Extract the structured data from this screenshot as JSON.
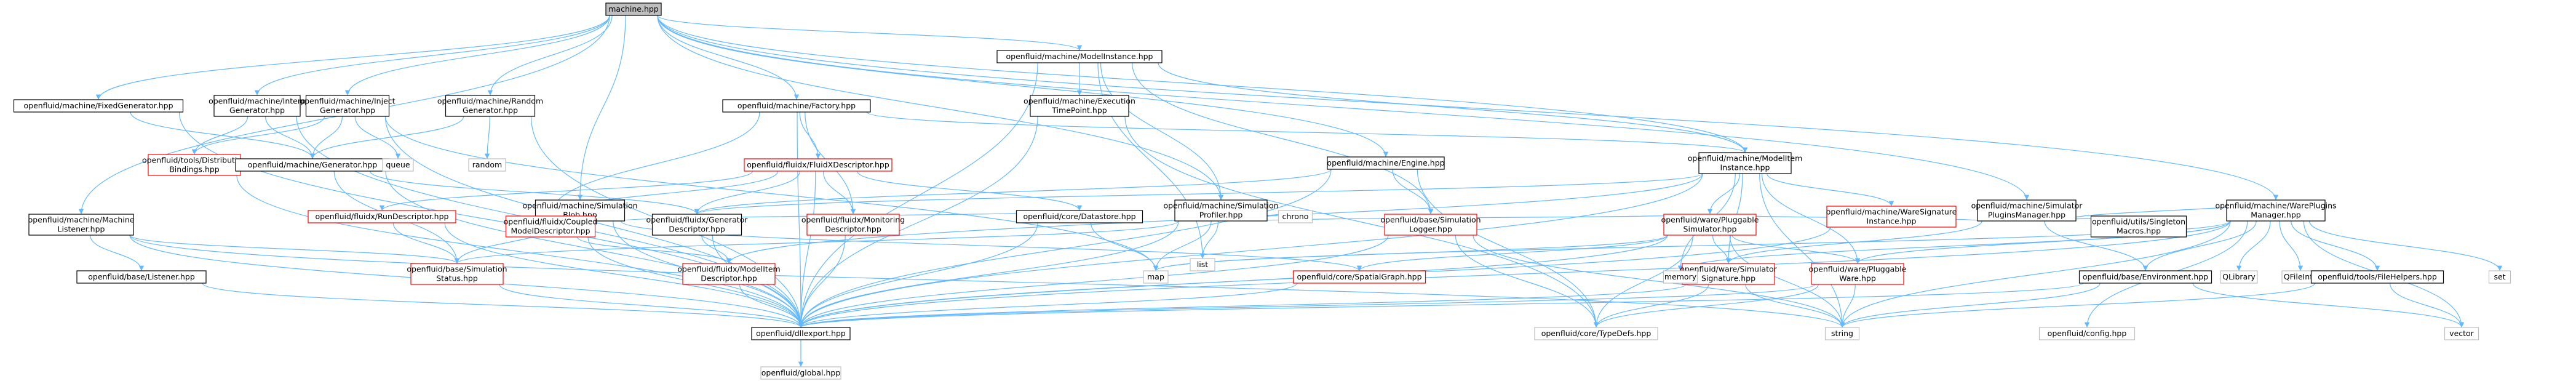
{
  "diagram": {
    "type": "include-dependency-graph",
    "colors": {
      "edge": "#63b8ff",
      "normal_border": "#000000",
      "missing_border": "#ff0000",
      "root_fill": "#bfbfbf",
      "node_fill": "#ffffff"
    },
    "nodes": [
      {
        "id": "root",
        "lines": [
          "machine.hpp"
        ],
        "style": "root"
      },
      {
        "id": "fixedgen",
        "lines": [
          "openfluid/machine/FixedGenerator.hpp"
        ],
        "style": "normal"
      },
      {
        "id": "interpgen",
        "lines": [
          "openfluid/machine/Interp",
          "Generator.hpp"
        ],
        "style": "normal"
      },
      {
        "id": "injectgen",
        "lines": [
          "openfluid/machine/Inject",
          "Generator.hpp"
        ],
        "style": "normal"
      },
      {
        "id": "randomgen",
        "lines": [
          "openfluid/machine/Random",
          "Generator.hpp"
        ],
        "style": "normal"
      },
      {
        "id": "factory",
        "lines": [
          "openfluid/machine/Factory.hpp"
        ],
        "style": "normal"
      },
      {
        "id": "modelinstance",
        "lines": [
          "openfluid/machine/ModelInstance.hpp"
        ],
        "style": "normal"
      },
      {
        "id": "exectime",
        "lines": [
          "openfluid/machine/Execution",
          "TimePoint.hpp"
        ],
        "style": "normal"
      },
      {
        "id": "simblob",
        "lines": [
          "openfluid/machine/Simulation",
          "Blob.hpp"
        ],
        "style": "normal"
      },
      {
        "id": "simprofiler",
        "lines": [
          "openfluid/machine/Simulation",
          "Profiler.hpp"
        ],
        "style": "normal"
      },
      {
        "id": "engine",
        "lines": [
          "openfluid/machine/Engine.hpp"
        ],
        "style": "normal"
      },
      {
        "id": "modeliteminst",
        "lines": [
          "openfluid/machine/ModelItem",
          "Instance.hpp"
        ],
        "style": "normal"
      },
      {
        "id": "simpluginsmgr",
        "lines": [
          "openfluid/machine/Simulator",
          "PluginsManager.hpp"
        ],
        "style": "normal"
      },
      {
        "id": "wareplugmgr",
        "lines": [
          "openfluid/machine/WarePlugins",
          "Manager.hpp"
        ],
        "style": "normal"
      },
      {
        "id": "distbindings",
        "lines": [
          "openfluid/tools/Distribution",
          "Bindings.hpp"
        ],
        "style": "missing"
      },
      {
        "id": "generator",
        "lines": [
          "openfluid/machine/Generator.hpp"
        ],
        "style": "normal"
      },
      {
        "id": "queue",
        "lines": [
          "queue"
        ],
        "style": "plain"
      },
      {
        "id": "random",
        "lines": [
          "random"
        ],
        "style": "plain"
      },
      {
        "id": "fluidxdesc",
        "lines": [
          "openfluid/fluidx/FluidXDescriptor.hpp"
        ],
        "style": "missing"
      },
      {
        "id": "machlistener",
        "lines": [
          "openfluid/machine/Machine",
          "Listener.hpp"
        ],
        "style": "normal"
      },
      {
        "id": "rundesc",
        "lines": [
          "openfluid/fluidx/RunDescriptor.hpp"
        ],
        "style": "missing"
      },
      {
        "id": "coupledmodel",
        "lines": [
          "openfluid/fluidx/Coupled",
          "ModelDescriptor.hpp"
        ],
        "style": "missing"
      },
      {
        "id": "generatordesc",
        "lines": [
          "openfluid/fluidx/Generator",
          "Descriptor.hpp"
        ],
        "style": "normal"
      },
      {
        "id": "monitoringdesc",
        "lines": [
          "openfluid/fluidx/Monitoring",
          "Descriptor.hpp"
        ],
        "style": "missing"
      },
      {
        "id": "datastore",
        "lines": [
          "openfluid/core/Datastore.hpp"
        ],
        "style": "normal"
      },
      {
        "id": "list",
        "lines": [
          "list"
        ],
        "style": "plain"
      },
      {
        "id": "chrono",
        "lines": [
          "chrono"
        ],
        "style": "plain"
      },
      {
        "id": "simlogger",
        "lines": [
          "openfluid/base/Simulation",
          "Logger.hpp"
        ],
        "style": "missing"
      },
      {
        "id": "pluggablesim",
        "lines": [
          "openfluid/ware/Pluggable",
          "Simulator.hpp"
        ],
        "style": "missing"
      },
      {
        "id": "waresiginst",
        "lines": [
          "openfluid/machine/WareSignature",
          "Instance.hpp"
        ],
        "style": "missing"
      },
      {
        "id": "singletonmacros",
        "lines": [
          "openfluid/utils/Singleton",
          "Macros.hpp"
        ],
        "style": "normal"
      },
      {
        "id": "listener",
        "lines": [
          "openfluid/base/Listener.hpp"
        ],
        "style": "normal"
      },
      {
        "id": "simstatus",
        "lines": [
          "openfluid/base/Simulation",
          "Status.hpp"
        ],
        "style": "missing"
      },
      {
        "id": "modelitemdesc",
        "lines": [
          "openfluid/fluidx/ModelItem",
          "Descriptor.hpp"
        ],
        "style": "missing"
      },
      {
        "id": "map",
        "lines": [
          "map"
        ],
        "style": "plain"
      },
      {
        "id": "spatialgraph",
        "lines": [
          "openfluid/core/SpatialGraph.hpp"
        ],
        "style": "missing"
      },
      {
        "id": "simsignature",
        "lines": [
          "openfluid/ware/Simulator",
          "Signature.hpp"
        ],
        "style": "missing"
      },
      {
        "id": "pluggableware",
        "lines": [
          "openfluid/ware/Pluggable",
          "Ware.hpp"
        ],
        "style": "missing"
      },
      {
        "id": "memory",
        "lines": [
          "memory"
        ],
        "style": "plain"
      },
      {
        "id": "environment",
        "lines": [
          "openfluid/base/Environment.hpp"
        ],
        "style": "normal"
      },
      {
        "id": "qlibrary",
        "lines": [
          "QLibrary"
        ],
        "style": "plain"
      },
      {
        "id": "qfileinfo",
        "lines": [
          "QFileInfo"
        ],
        "style": "plain"
      },
      {
        "id": "filehelpers",
        "lines": [
          "openfluid/tools/FileHelpers.hpp"
        ],
        "style": "normal"
      },
      {
        "id": "set",
        "lines": [
          "set"
        ],
        "style": "plain"
      },
      {
        "id": "dllexport",
        "lines": [
          "openfluid/dllexport.hpp"
        ],
        "style": "normal"
      },
      {
        "id": "typedefs",
        "lines": [
          "openfluid/core/TypeDefs.hpp"
        ],
        "style": "plain"
      },
      {
        "id": "string",
        "lines": [
          "string"
        ],
        "style": "plain"
      },
      {
        "id": "config",
        "lines": [
          "openfluid/config.hpp"
        ],
        "style": "plain"
      },
      {
        "id": "vector",
        "lines": [
          "vector"
        ],
        "style": "plain"
      },
      {
        "id": "global",
        "lines": [
          "openfluid/global.hpp"
        ],
        "style": "plain"
      }
    ],
    "edges": [
      [
        "root",
        "fixedgen"
      ],
      [
        "root",
        "interpgen"
      ],
      [
        "root",
        "injectgen"
      ],
      [
        "root",
        "randomgen"
      ],
      [
        "root",
        "factory"
      ],
      [
        "root",
        "modelinstance"
      ],
      [
        "root",
        "simblob"
      ],
      [
        "root",
        "engine"
      ],
      [
        "root",
        "modeliteminst"
      ],
      [
        "root",
        "simpluginsmgr"
      ],
      [
        "root",
        "wareplugmgr"
      ],
      [
        "root",
        "machlistener"
      ],
      [
        "root",
        "simprofiler"
      ],
      [
        "fixedgen",
        "generator"
      ],
      [
        "fixedgen",
        "dllexport"
      ],
      [
        "interpgen",
        "generator"
      ],
      [
        "interpgen",
        "distbindings"
      ],
      [
        "interpgen",
        "dllexport"
      ],
      [
        "injectgen",
        "generator"
      ],
      [
        "injectgen",
        "distbindings"
      ],
      [
        "injectgen",
        "queue"
      ],
      [
        "injectgen",
        "dllexport"
      ],
      [
        "injectgen",
        "map"
      ],
      [
        "randomgen",
        "generator"
      ],
      [
        "randomgen",
        "random"
      ],
      [
        "randomgen",
        "dllexport"
      ],
      [
        "generator",
        "generatordesc"
      ],
      [
        "generator",
        "simstatus"
      ],
      [
        "generator",
        "dllexport"
      ],
      [
        "distbindings",
        "dllexport"
      ],
      [
        "factory",
        "fluidxdesc"
      ],
      [
        "factory",
        "coupledmodel"
      ],
      [
        "factory",
        "monitoringdesc"
      ],
      [
        "factory",
        "dllexport"
      ],
      [
        "factory",
        "modeliteminst"
      ],
      [
        "fluidxdesc",
        "rundesc"
      ],
      [
        "fluidxdesc",
        "coupledmodel"
      ],
      [
        "fluidxdesc",
        "monitoringdesc"
      ],
      [
        "fluidxdesc",
        "datastore"
      ],
      [
        "fluidxdesc",
        "generatordesc"
      ],
      [
        "fluidxdesc",
        "dllexport"
      ],
      [
        "modelinstance",
        "exectime"
      ],
      [
        "modelinstance",
        "simprofiler"
      ],
      [
        "modelinstance",
        "modeliteminst"
      ],
      [
        "modelinstance",
        "dllexport"
      ],
      [
        "modelinstance",
        "simlogger"
      ],
      [
        "modelinstance",
        "list"
      ],
      [
        "exectime",
        "dllexport"
      ],
      [
        "exectime",
        "typedefs"
      ],
      [
        "simblob",
        "simstatus"
      ],
      [
        "simblob",
        "datastore"
      ],
      [
        "simblob",
        "spatialgraph"
      ],
      [
        "simblob",
        "dllexport"
      ],
      [
        "simprofiler",
        "list"
      ],
      [
        "simprofiler",
        "chrono"
      ],
      [
        "simprofiler",
        "map"
      ],
      [
        "simprofiler",
        "dllexport"
      ],
      [
        "simprofiler",
        "simstatus"
      ],
      [
        "simprofiler",
        "pluggablesim"
      ],
      [
        "engine",
        "simlogger"
      ],
      [
        "engine",
        "generatordesc"
      ],
      [
        "engine",
        "typedefs"
      ],
      [
        "engine",
        "dllexport"
      ],
      [
        "modeliteminst",
        "pluggablesim"
      ],
      [
        "modeliteminst",
        "waresiginst"
      ],
      [
        "modeliteminst",
        "simsignature"
      ],
      [
        "modeliteminst",
        "memory"
      ],
      [
        "modeliteminst",
        "dllexport"
      ],
      [
        "modeliteminst",
        "generatordesc"
      ],
      [
        "modeliteminst",
        "modelitemdesc"
      ],
      [
        "modeliteminst",
        "pluggableware"
      ],
      [
        "modeliteminst",
        "string"
      ],
      [
        "simpluginsmgr",
        "singletonmacros"
      ],
      [
        "simpluginsmgr",
        "wareplugmgr"
      ],
      [
        "simpluginsmgr",
        "pluggablesim"
      ],
      [
        "simpluginsmgr",
        "environment"
      ],
      [
        "simpluginsmgr",
        "simsignature"
      ],
      [
        "wareplugmgr",
        "environment"
      ],
      [
        "wareplugmgr",
        "qlibrary"
      ],
      [
        "wareplugmgr",
        "qfileinfo"
      ],
      [
        "wareplugmgr",
        "filehelpers"
      ],
      [
        "wareplugmgr",
        "set"
      ],
      [
        "wareplugmgr",
        "memory"
      ],
      [
        "wareplugmgr",
        "map"
      ],
      [
        "wareplugmgr",
        "vector"
      ],
      [
        "wareplugmgr",
        "string"
      ],
      [
        "wareplugmgr",
        "dllexport"
      ],
      [
        "wareplugmgr",
        "config"
      ],
      [
        "wareplugmgr",
        "pluggableware"
      ],
      [
        "machlistener",
        "listener"
      ],
      [
        "machlistener",
        "simstatus"
      ],
      [
        "machlistener",
        "dllexport"
      ],
      [
        "machlistener",
        "string"
      ],
      [
        "listener",
        "dllexport"
      ],
      [
        "rundesc",
        "simstatus"
      ],
      [
        "rundesc",
        "dllexport"
      ],
      [
        "coupledmodel",
        "modelitemdesc"
      ],
      [
        "coupledmodel",
        "dllexport"
      ],
      [
        "generatordesc",
        "modelitemdesc"
      ],
      [
        "generatordesc",
        "dllexport"
      ],
      [
        "monitoringdesc",
        "dllexport"
      ],
      [
        "datastore",
        "dllexport"
      ],
      [
        "datastore",
        "map"
      ],
      [
        "simlogger",
        "dllexport"
      ],
      [
        "simlogger",
        "typedefs"
      ],
      [
        "simlogger",
        "string"
      ],
      [
        "pluggablesim",
        "simsignature"
      ],
      [
        "pluggablesim",
        "pluggableware"
      ],
      [
        "pluggablesim",
        "spatialgraph"
      ],
      [
        "pluggablesim",
        "dllexport"
      ],
      [
        "pluggablesim",
        "typedefs"
      ],
      [
        "pluggablesim",
        "string"
      ],
      [
        "pluggablesim",
        "map"
      ],
      [
        "waresiginst",
        "dllexport"
      ],
      [
        "simstatus",
        "dllexport"
      ],
      [
        "modelitemdesc",
        "dllexport"
      ],
      [
        "spatialgraph",
        "dllexport"
      ],
      [
        "simsignature",
        "dllexport"
      ],
      [
        "simsignature",
        "typedefs"
      ],
      [
        "simsignature",
        "string"
      ],
      [
        "pluggableware",
        "dllexport"
      ],
      [
        "pluggableware",
        "typedefs"
      ],
      [
        "pluggableware",
        "string"
      ],
      [
        "environment",
        "dllexport"
      ],
      [
        "environment",
        "string"
      ],
      [
        "environment",
        "vector"
      ],
      [
        "filehelpers",
        "vector"
      ],
      [
        "filehelpers",
        "string"
      ],
      [
        "dllexport",
        "global"
      ]
    ]
  }
}
